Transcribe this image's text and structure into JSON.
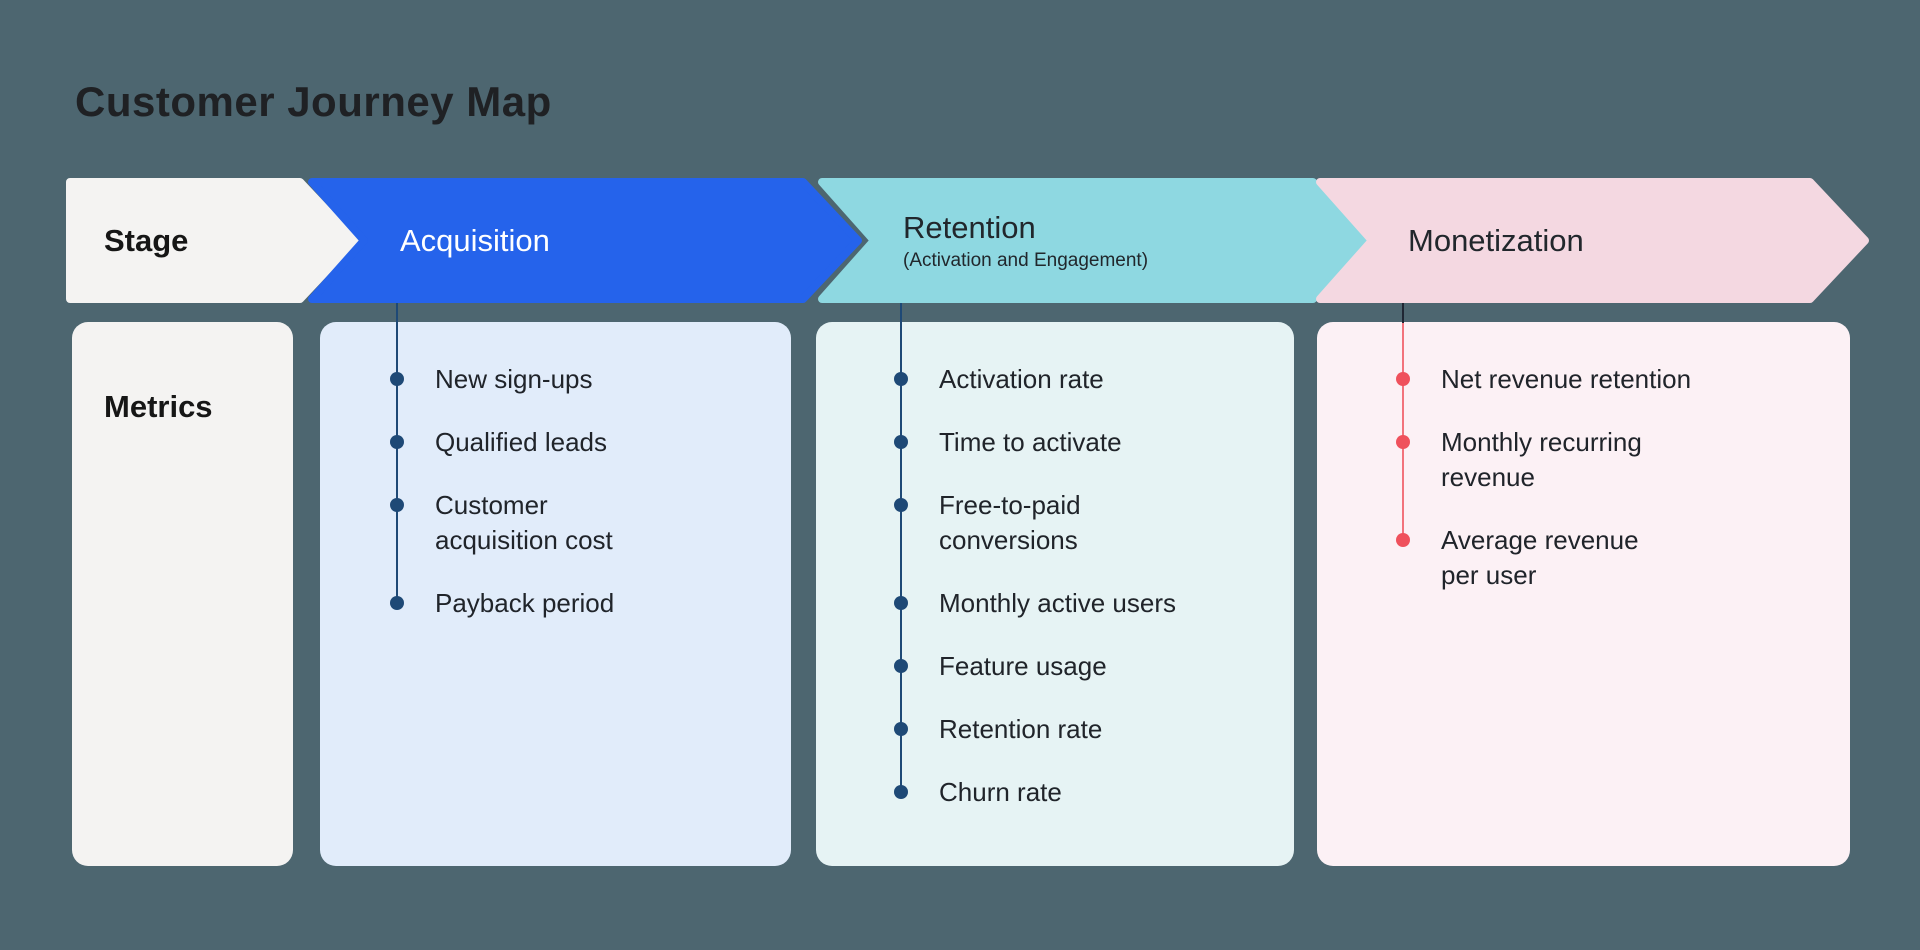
{
  "title": "Customer Journey Map",
  "colors": {
    "background": "#4D6670",
    "stage_arrow": "#f4f3f2",
    "acquisition_arrow": "#2563EB",
    "retention_arrow": "#8ed8e1",
    "monetization_arrow": "#f4d8e1",
    "metrics_card": "#f4f3f2",
    "acquisition_card": "#e1ecfa",
    "retention_card": "#e6f3f4",
    "monetization_card": "#fcf1f5",
    "navy_connector": "#1e4976",
    "red_connector": "#f2737c",
    "red_dot": "#ef515c",
    "dark_stub": "#1f2633"
  },
  "stage_row": {
    "row_label": "Stage",
    "stages": [
      {
        "label": "Acquisition",
        "sublabel": ""
      },
      {
        "label": "Retention",
        "sublabel": "(Activation and Engagement)"
      },
      {
        "label": "Monetization",
        "sublabel": ""
      }
    ]
  },
  "metrics_row": {
    "row_label": "Metrics",
    "columns": [
      {
        "stage": "Acquisition",
        "items": [
          {
            "lines": [
              "New sign-ups"
            ]
          },
          {
            "lines": [
              "Qualified leads"
            ]
          },
          {
            "lines": [
              "Customer",
              "acquisition cost"
            ]
          },
          {
            "lines": [
              "Payback period"
            ]
          }
        ]
      },
      {
        "stage": "Retention",
        "items": [
          {
            "lines": [
              "Activation rate"
            ]
          },
          {
            "lines": [
              "Time to activate"
            ]
          },
          {
            "lines": [
              "Free-to-paid",
              "conversions"
            ]
          },
          {
            "lines": [
              "Monthly active users"
            ]
          },
          {
            "lines": [
              "Feature usage"
            ]
          },
          {
            "lines": [
              "Retention rate"
            ]
          },
          {
            "lines": [
              "Churn rate"
            ]
          }
        ]
      },
      {
        "stage": "Monetization",
        "items": [
          {
            "lines": [
              "Net revenue retention"
            ]
          },
          {
            "lines": [
              "Monthly recurring",
              "revenue"
            ]
          },
          {
            "lines": [
              "Average revenue",
              "per user"
            ]
          }
        ]
      }
    ]
  }
}
